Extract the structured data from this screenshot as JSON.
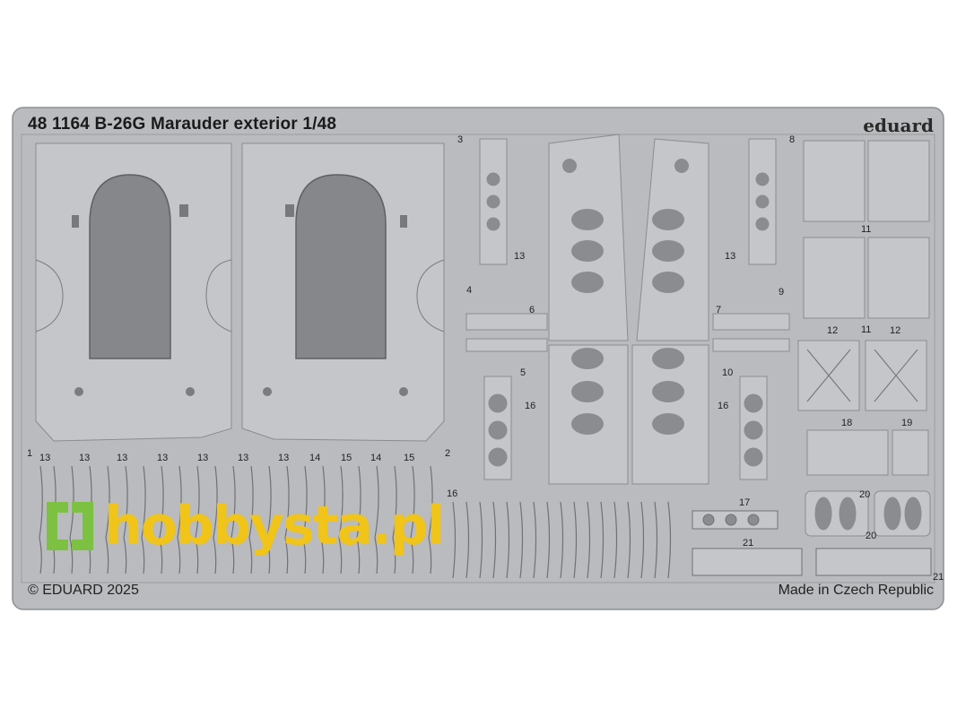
{
  "fret": {
    "title": "48 1164 B-26G Marauder exterior 1/48",
    "brand": "eduard",
    "copyright": "© EDUARD 2025",
    "made_in": "Made in Czech Republic"
  },
  "part_numbers": [
    "1",
    "2",
    "3",
    "4",
    "5",
    "6",
    "7",
    "8",
    "9",
    "10",
    "11",
    "11",
    "12",
    "12",
    "13",
    "13",
    "13",
    "13",
    "13",
    "13",
    "13",
    "13",
    "13",
    "14",
    "14",
    "15",
    "15",
    "16",
    "16",
    "16",
    "17",
    "18",
    "19",
    "20",
    "20",
    "21",
    "21"
  ],
  "watermark": {
    "text": "hobbysta.pl",
    "color": "#f0c419",
    "icon_color": "#7dc143"
  },
  "colors": {
    "background": "#ffffff",
    "fret": "#b9bbbe",
    "part": "#a9abae",
    "dark": "#6f7174"
  }
}
